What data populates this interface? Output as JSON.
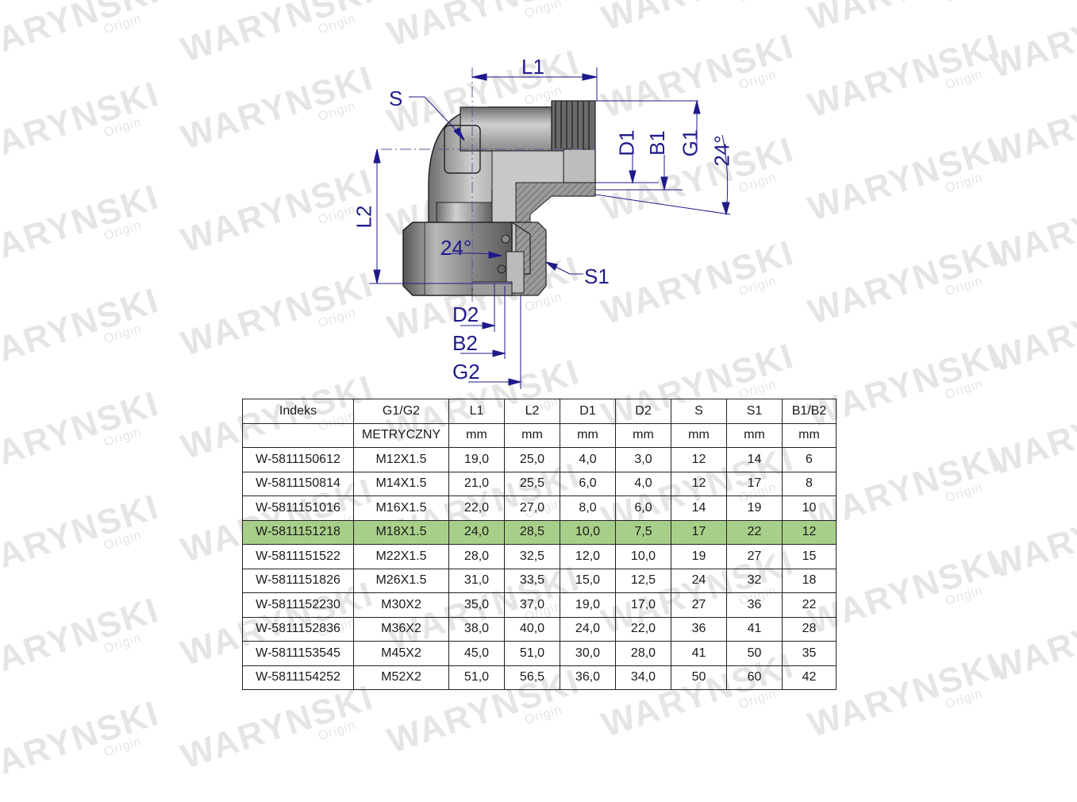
{
  "brand": {
    "watermark_text": "WARYNSKI",
    "watermark_sub": "Origin",
    "watermark_color": "#e6e4e4"
  },
  "drawing": {
    "label_color": "#1f1a8a",
    "labels": {
      "L1": "L1",
      "L2": "L2",
      "S": "S",
      "S1": "S1",
      "D1": "D1",
      "B1": "B1",
      "G1": "G1",
      "D2": "D2",
      "B2": "B2",
      "G2": "G2",
      "angle_top": "24°",
      "angle_bottom": "24°"
    }
  },
  "table": {
    "highlight_color": "#a8cf8a",
    "headers": [
      "Indeks",
      "G1/G2",
      "L1",
      "L2",
      "D1",
      "D2",
      "S",
      "S1",
      "B1/B2"
    ],
    "units": [
      "",
      "METRYCZNY",
      "mm",
      "mm",
      "mm",
      "mm",
      "mm",
      "mm",
      "mm"
    ],
    "highlight_row_index": 3,
    "rows": [
      [
        "W-5811150612",
        "M12X1.5",
        "19,0",
        "25,0",
        "4,0",
        "3,0",
        "12",
        "14",
        "6"
      ],
      [
        "W-5811150814",
        "M14X1.5",
        "21,0",
        "25,5",
        "6,0",
        "4,0",
        "12",
        "17",
        "8"
      ],
      [
        "W-5811151016",
        "M16X1.5",
        "22,0",
        "27,0",
        "8,0",
        "6,0",
        "14",
        "19",
        "10"
      ],
      [
        "W-5811151218",
        "M18X1.5",
        "24,0",
        "28,5",
        "10,0",
        "7,5",
        "17",
        "22",
        "12"
      ],
      [
        "W-5811151522",
        "M22X1.5",
        "28,0",
        "32,5",
        "12,0",
        "10,0",
        "19",
        "27",
        "15"
      ],
      [
        "W-5811151826",
        "M26X1.5",
        "31,0",
        "33,5",
        "15,0",
        "12,5",
        "24",
        "32",
        "18"
      ],
      [
        "W-5811152230",
        "M30X2",
        "35,0",
        "37,0",
        "19,0",
        "17,0",
        "27",
        "36",
        "22"
      ],
      [
        "W-5811152836",
        "M36X2",
        "38,0",
        "40,0",
        "24,0",
        "22,0",
        "36",
        "41",
        "28"
      ],
      [
        "W-5811153545",
        "M45X2",
        "45,0",
        "51,0",
        "30,0",
        "28,0",
        "41",
        "50",
        "35"
      ],
      [
        "W-5811154252",
        "M52X2",
        "51,0",
        "56,5",
        "36,0",
        "34,0",
        "50",
        "60",
        "42"
      ]
    ]
  }
}
